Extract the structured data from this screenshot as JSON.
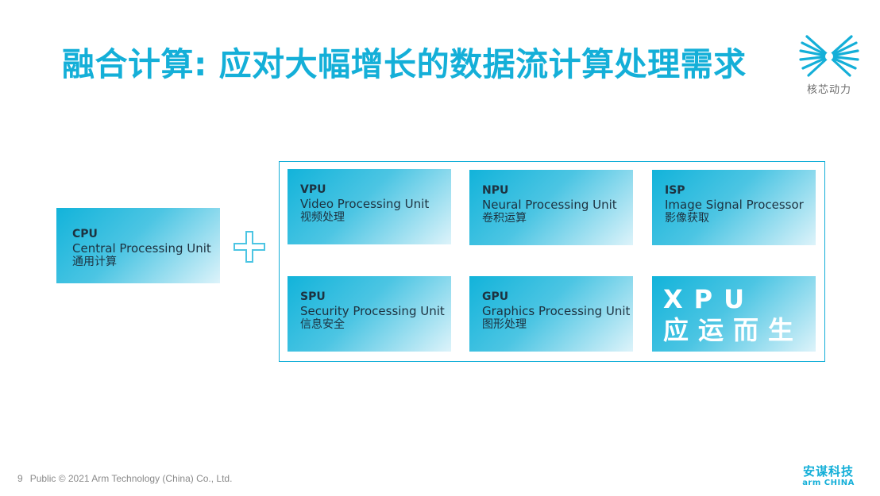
{
  "title": "融合计算: 应对大幅增长的数据流计算处理需求",
  "logo_top": {
    "text": "核芯动力",
    "icon": "xpu-burst-logo-icon",
    "color": "#14AFD8"
  },
  "cpu": {
    "abbr": "CPU",
    "full": "Central Processing Unit",
    "cn": "通用计算"
  },
  "plus_icon": "plus-icon",
  "units": [
    {
      "abbr": "VPU",
      "full": "Video Processing Unit",
      "cn": "视频处理"
    },
    {
      "abbr": "NPU",
      "full": "Neural Processing Unit",
      "cn": "卷积运算"
    },
    {
      "abbr": "ISP",
      "full": "Image Signal Processor",
      "cn": "影像获取"
    },
    {
      "abbr": "SPU",
      "full": "Security Processing Unit",
      "cn": "信息安全"
    },
    {
      "abbr": "GPU",
      "full": "Graphics Processing Unit",
      "cn": "图形处理"
    }
  ],
  "xpu": {
    "line1": "XPU",
    "line2": "应运而生"
  },
  "footer": {
    "page": "9",
    "text": "Public © 2021 Arm Technology (China) Co., Ltd."
  },
  "brand": {
    "cn": "安谋科技",
    "en": "arm CHINA"
  },
  "colors": {
    "accent": "#14AFD8",
    "text_dark": "#1d3240"
  }
}
